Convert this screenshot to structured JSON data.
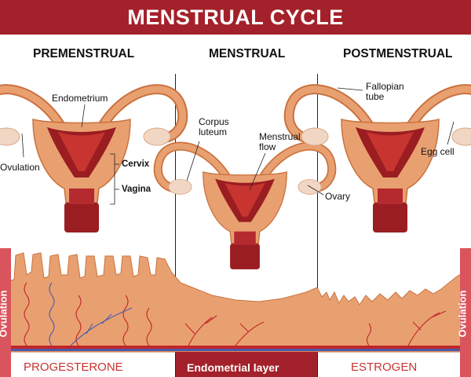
{
  "title": "MENSTRUAL CYCLE",
  "phases": [
    "PREMENSTRUAL",
    "MENSTRUAL",
    "POSTMENSTRUAL"
  ],
  "labels": {
    "endometrium": "Endometrium",
    "ovulation_left": "Ovulation",
    "cervix": "Cervix",
    "vagina": "Vagina",
    "corpus_luteum": [
      "Corpus",
      "luteum"
    ],
    "menstrual_flow": [
      "Menstrual",
      "flow"
    ],
    "ovary": "Ovary",
    "fallopian_tube": [
      "Fallopian",
      "tube"
    ],
    "egg_cell": "Egg cell"
  },
  "bottom": {
    "progesterone": "PROGESTERONE",
    "endometrial_layer": "Endometrial layer",
    "estrogen": "ESTROGEN",
    "ovulation_left_side": "Ovulation",
    "ovulation_right_side": "Ovulation"
  },
  "colors": {
    "banner": "#a3212a",
    "tissue": "#e9a070",
    "tissue_dark": "#c9723f",
    "uterus_inner": "#9a1d22",
    "hormone_text": "#c8342f",
    "endometrial_band": "#a3212a",
    "vessel_red": "#c0262b",
    "vessel_blue": "#4a5aa8"
  }
}
